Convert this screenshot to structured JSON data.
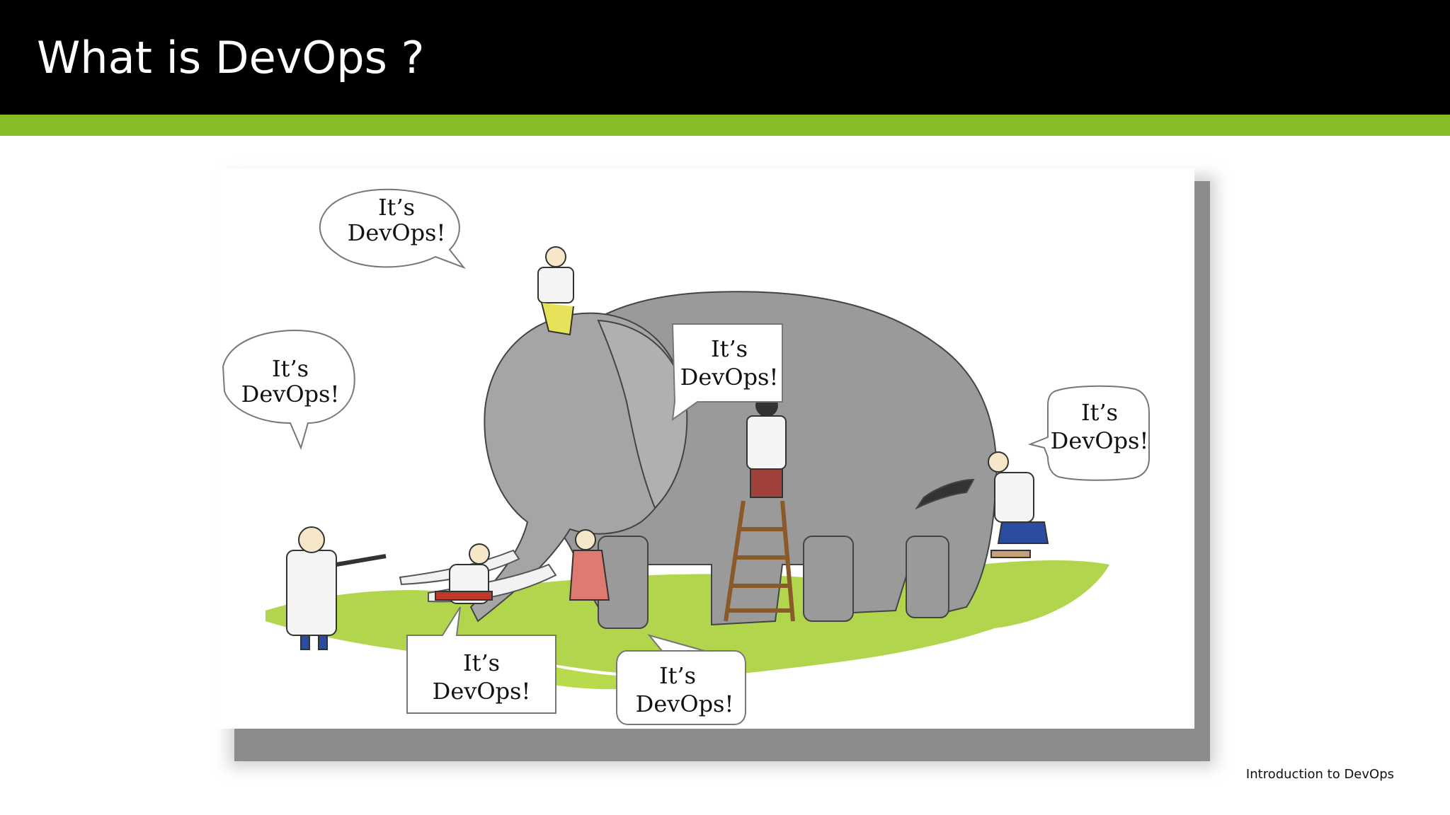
{
  "slide": {
    "title": "What is DevOps ?",
    "footer": "Introduction to DevOps"
  },
  "cartoon": {
    "bubbles": [
      {
        "line1": "It’s",
        "line2": "DevOps!"
      },
      {
        "line1": "It’s",
        "line2": "DevOps!"
      },
      {
        "line1": "It’s",
        "line2": "DevOps!"
      },
      {
        "line1": "It’s",
        "line2": "DevOps!"
      },
      {
        "line1": "It’s",
        "line2": "DevOps!"
      },
      {
        "line1": "It’s",
        "line2": "DevOps!"
      }
    ]
  },
  "colors": {
    "title_bar": "#000000",
    "accent": "#86bc25",
    "grass": "#a9d13a",
    "elephant": "#9a9a9a"
  }
}
